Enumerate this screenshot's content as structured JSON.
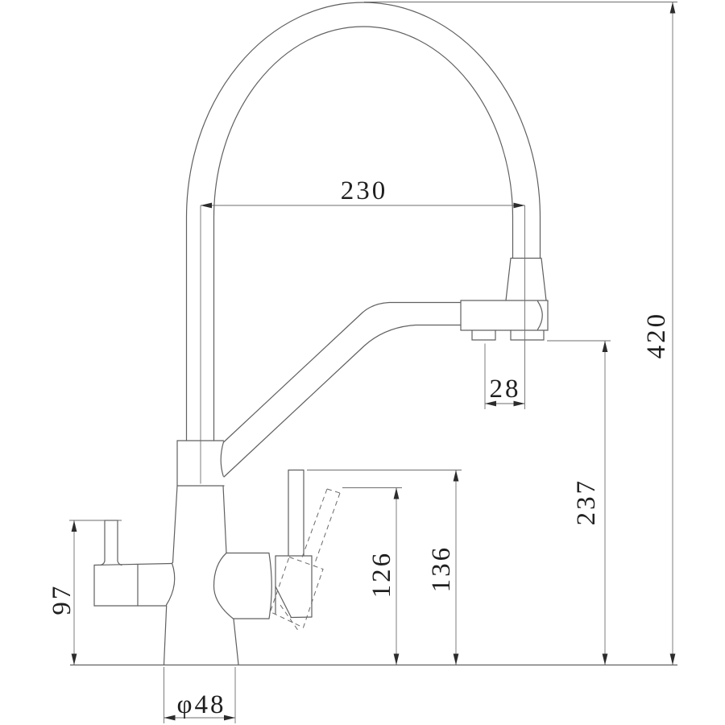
{
  "drawing_labels": {
    "d230": "230",
    "d420": "420",
    "d237": "237",
    "d136": "136",
    "d126": "126",
    "d97": "97",
    "d28": "28",
    "d48": "φ48"
  },
  "colors": {
    "background": "#ffffff",
    "object_line": "#606060",
    "dimension_line": "#6e6e6e",
    "arrow": "#2c2c2c",
    "text": "#1f1f1f"
  }
}
